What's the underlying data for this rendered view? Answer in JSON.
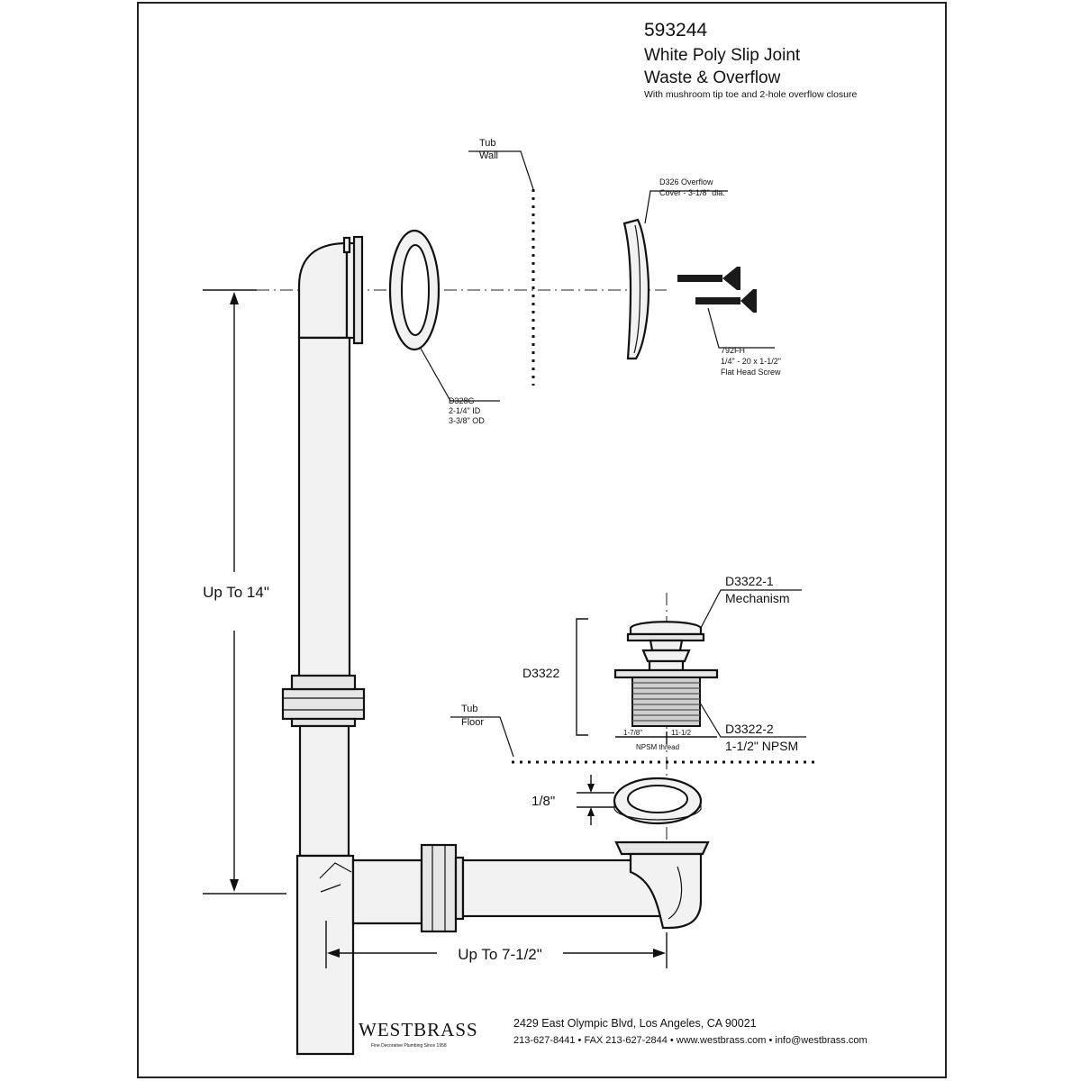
{
  "header": {
    "model_number": "593244",
    "title_line1": "White Poly Slip Joint",
    "title_line2": "Waste & Overflow",
    "subtitle": "With mushroom tip toe and 2-hole overflow closure"
  },
  "labels": {
    "tub_wall_1": "Tub",
    "tub_wall_2": "Wall",
    "overflow_cover_1": "D326 Overflow",
    "overflow_cover_2": "Cover - 3-1/8\" dia.",
    "screw_1": "792FH",
    "screw_2": "1/4\" - 20 x 1-1/2\"",
    "screw_3": "Flat Head Screw",
    "gasket_1": "D328G",
    "gasket_2": "2-1/4\" ID",
    "gasket_3": "3-3/8\" OD",
    "mechanism_code": "D3322-1",
    "mechanism": "Mechanism",
    "assembly": "D3322",
    "body_code": "D3322-2",
    "body_thread": "1-1/2\" NPSM",
    "thread_left": "1-7/8\"",
    "thread_right": "11-1/2",
    "thread_desc": "NPSM thread",
    "tub_floor_1": "Tub",
    "tub_floor_2": "Floor",
    "washer_thickness": "1/8\""
  },
  "dimensions": {
    "vertical": "Up To 14\"",
    "horizontal": "Up To 7-1/2\""
  },
  "footer": {
    "brand": "WESTBRASS",
    "tagline": "Fine Decorative Plumbing Since 1958",
    "address": "2429 East Olympic Blvd, Los Angeles, CA  90021",
    "contact": "213-627-8441 • FAX 213-627-2844 • www.westbrass.com • info@westbrass.com"
  }
}
